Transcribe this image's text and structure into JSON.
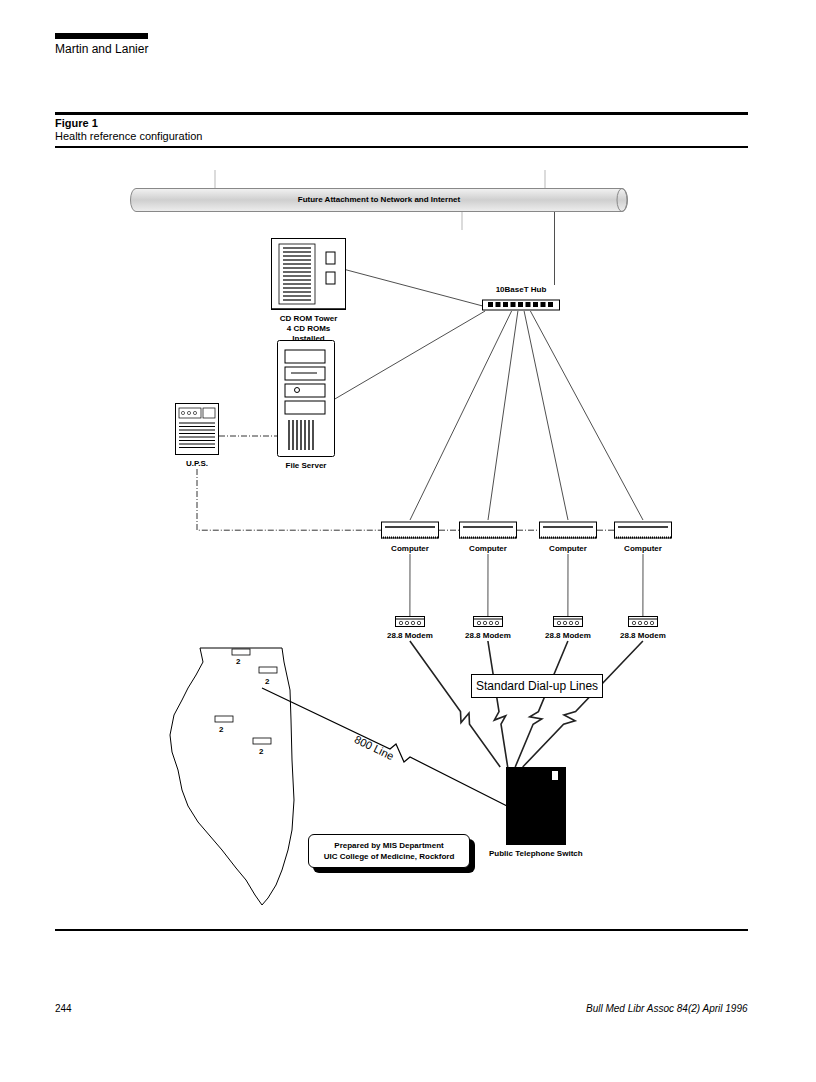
{
  "diagram": {
    "title": "Figure 1",
    "caption": "Health reference configuration",
    "nodes": [
      {
        "text": [
          "Future Attachment to Network and Internet"
        ]
      },
      {
        "text": [
          "CD ROM Tower",
          "4 CD ROMs Installed"
        ]
      },
      {
        "text": [
          "10BaseT Hub"
        ]
      },
      {
        "text": [
          "File Server"
        ]
      },
      {
        "text": [
          "U.P.S."
        ]
      },
      {
        "text": [
          "Computer"
        ]
      },
      {
        "text": [
          "Computer"
        ]
      },
      {
        "text": [
          "Computer"
        ]
      },
      {
        "text": [
          "Computer"
        ]
      },
      {
        "text": [
          "28.8 Modem"
        ]
      },
      {
        "text": [
          "28.8 Modem"
        ]
      },
      {
        "text": [
          "28.8 Modem"
        ]
      },
      {
        "text": [
          "28.8 Modem"
        ]
      },
      {
        "text": [
          "Standard Dial-up Lines"
        ]
      },
      {
        "text": [
          "Public Telephone Switch"
        ]
      },
      {
        "text": [
          "Prepared by MIS Department",
          "UIC College of Medicine, Rockford"
        ]
      }
    ],
    "edges": [
      {
        "from": 2,
        "to": 0,
        "arrow": "none"
      },
      {
        "from": 1,
        "to": 2,
        "arrow": "none"
      },
      {
        "from": 3,
        "to": 2,
        "arrow": "none"
      },
      {
        "from": 2,
        "to": 5,
        "arrow": "none"
      },
      {
        "from": 2,
        "to": 6,
        "arrow": "none"
      },
      {
        "from": 2,
        "to": 7,
        "arrow": "none"
      },
      {
        "from": 2,
        "to": 8,
        "arrow": "none"
      },
      {
        "from": 4,
        "to": 3,
        "arrow": "none"
      },
      {
        "from": 4,
        "to": 5,
        "arrow": "none"
      },
      {
        "from": 5,
        "to": 6,
        "arrow": "none"
      },
      {
        "from": 6,
        "to": 7,
        "arrow": "none"
      },
      {
        "from": 7,
        "to": 8,
        "arrow": "none"
      },
      {
        "from": 5,
        "to": 9,
        "arrow": "none"
      },
      {
        "from": 6,
        "to": 10,
        "arrow": "none"
      },
      {
        "from": 7,
        "to": 11,
        "arrow": "none"
      },
      {
        "from": 8,
        "to": 12,
        "arrow": "none"
      },
      {
        "from": 9,
        "to": 14,
        "arrow": "none"
      },
      {
        "from": 10,
        "to": 14,
        "arrow": "none"
      },
      {
        "from": 11,
        "to": 14,
        "arrow": "none"
      },
      {
        "from": 12,
        "to": 14,
        "arrow": "none"
      }
    ],
    "labels": [
      "Martin and Lanier",
      "2",
      "2",
      "2",
      "2",
      "800 Line",
      "244",
      "Bull Med Libr Assoc 84(2) April 1996"
    ]
  }
}
